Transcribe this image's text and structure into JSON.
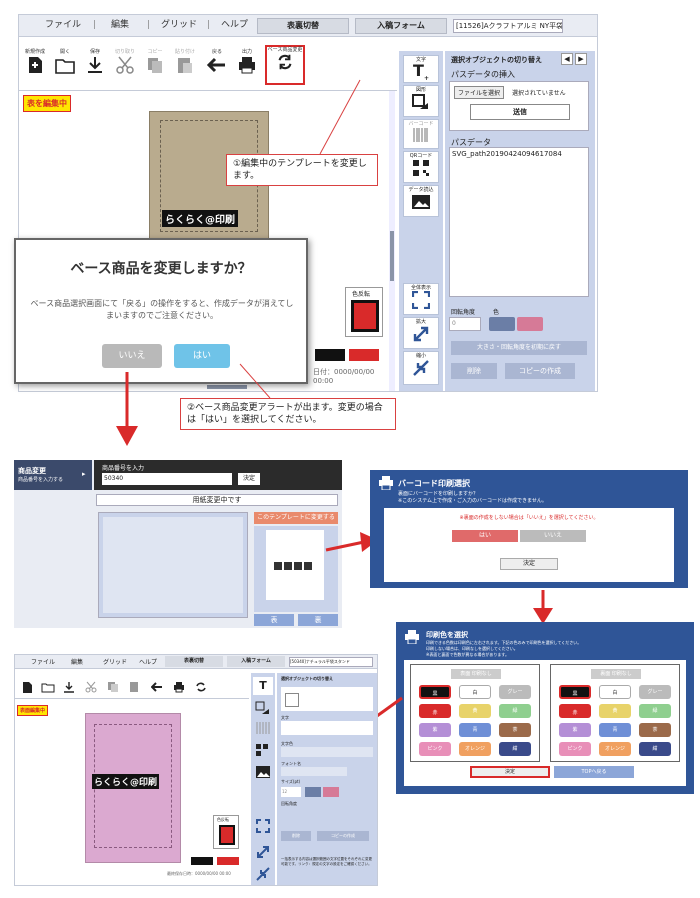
{
  "main_editor": {
    "menu": [
      "ファイル",
      "編集",
      "グリッド",
      "ヘルプ"
    ],
    "tab_front_back": "表裏切替",
    "tab_entry_form": "入稿フォーム",
    "product_select": "[11526]Aクラフトアルミ NY平袋",
    "toolbar": [
      {
        "label": "新規作成",
        "icon": "new-doc-icon"
      },
      {
        "label": "開く",
        "icon": "folder-icon"
      },
      {
        "label": "保存",
        "icon": "download-icon"
      },
      {
        "label": "切り取り",
        "icon": "scissors-icon"
      },
      {
        "label": "コピー",
        "icon": "copy-icon"
      },
      {
        "label": "貼り付け",
        "icon": "paste-icon"
      },
      {
        "label": "戻る",
        "icon": "arrow-left-icon"
      },
      {
        "label": "出力",
        "icon": "printer-icon"
      },
      {
        "label": "ベース商品変更",
        "icon": "refresh-icon"
      }
    ],
    "side_tools": [
      {
        "label": "文字",
        "icon": "text-icon"
      },
      {
        "label": "図形",
        "icon": "shape-icon"
      },
      {
        "label": "バーコード",
        "icon": "barcode-icon"
      },
      {
        "label": "QRコード",
        "icon": "qr-icon"
      },
      {
        "label": "データ読込",
        "icon": "image-icon"
      }
    ],
    "zoom_tools": [
      {
        "label": "全体表示",
        "icon": "fit-icon"
      },
      {
        "label": "拡大",
        "icon": "zoom-in-icon"
      },
      {
        "label": "縮小",
        "icon": "zoom-out-icon"
      }
    ],
    "editing_badge": "表を編集中",
    "logo_text": "らくらく@印刷",
    "color_invert_label": "色反転",
    "date_text": "日付：0000/00/00 00:00",
    "prop_panel": {
      "title": "選択オブジェクトの切り替え",
      "path_import_title": "パスデータの挿入",
      "file_button": "ファイルを選択",
      "file_status": "選択されていません",
      "send_button": "送信",
      "path_data_title": "パスデータ",
      "path_data_value": "SVG_path20190424094617084",
      "rotation_label": "回転角度",
      "rotation_value": "0",
      "color_label": "色",
      "reset_button": "大きさ・回転角度を初期に戻す",
      "delete_button": "削除",
      "duplicate_button": "コピーの作成"
    },
    "dialog": {
      "title": "ベース商品を変更しますか？",
      "message": "ベース商品選択画面にて「戻る」の操作をすると、作成データが消えてしまいますのでご注意ください。",
      "no_button": "いいえ",
      "yes_button": "はい"
    }
  },
  "callouts": {
    "step1": "①編集中のテンプレートを変更します。",
    "step2": "②ベース商品変更アラートが出ます。変更の場合は「はい」を選択してください。"
  },
  "product_change": {
    "nav_title": "商品変更",
    "nav_sub": "商品番号を入力する",
    "input_label": "商品番号を入力",
    "input_value": "50340",
    "decide_button": "決定",
    "changing_label": "用紙変更中です",
    "change_button": "このテンプレートに変更する",
    "front_label": "表",
    "back_label": "裏"
  },
  "barcode_dialog": {
    "title": "バーコード印刷選択",
    "msg1": "裏面にバーコードを印刷しますか？",
    "msg2": "※このシステム上で作成・ご入力のバーコードは作成できません。",
    "warning": "※裏面の作成をしない場合は「いいえ」を選択してください。",
    "yes": "はい",
    "no": "いいえ",
    "decide": "決定"
  },
  "color_dialog": {
    "title": "印刷色を選択",
    "msg1": "印刷できる色数は印刷色に左右されます。下記の色のみで印刷色を選択してください。",
    "msg2": "印刷しない場合は、印刷なしを選択してください。",
    "msg3": "※表面と裏面で色数が異なる場合があります。",
    "front_header": "表面 印刷なし",
    "back_header": "裏面 印刷なし",
    "colors": [
      "黒",
      "白",
      "グレー",
      "赤",
      "黄",
      "緑",
      "紫",
      "青",
      "茶",
      "ピンク",
      "オレンジ",
      "紺"
    ],
    "decide": "決定",
    "top": "TOPへ戻る"
  },
  "result_editor": {
    "menu": [
      "ファイル",
      "編集",
      "グリッド",
      "ヘルプ"
    ],
    "tab_front_back": "表裏切替",
    "tab_entry_form": "入稿フォーム",
    "product_select": "[50340]ナチュラル平袋スタンド",
    "editing_badge": "表面編集中",
    "logo_text": "らくらく@印刷",
    "color_invert_label": "色反転",
    "date_text": "最終保存日時：0000/00/00 00:00",
    "prop_title": "選択オブジェクトの切り替え",
    "text_label": "文字",
    "text_color_label": "文字色",
    "font_label": "フォント名",
    "size_label": "サイズ(pt)",
    "size_value": "12",
    "rotation_label": "回転角度",
    "delete_button": "削除",
    "duplicate_button": "コピーの作成",
    "note": "一括表示する内容は選択範囲の文字位置をそれぞれに変更可能です。リンク：規定の文字の設定をご確認ください。"
  },
  "colors": {
    "menu_bg": "#e9ecf3",
    "panel_bg": "#c9d3ea",
    "tool_bg": "#dfe5f2",
    "dialog_blue": "#2f5597",
    "accent_red": "#d92a2a",
    "pink_bag": "#dba9d0",
    "kraft_bag": "#b9ab8e"
  }
}
